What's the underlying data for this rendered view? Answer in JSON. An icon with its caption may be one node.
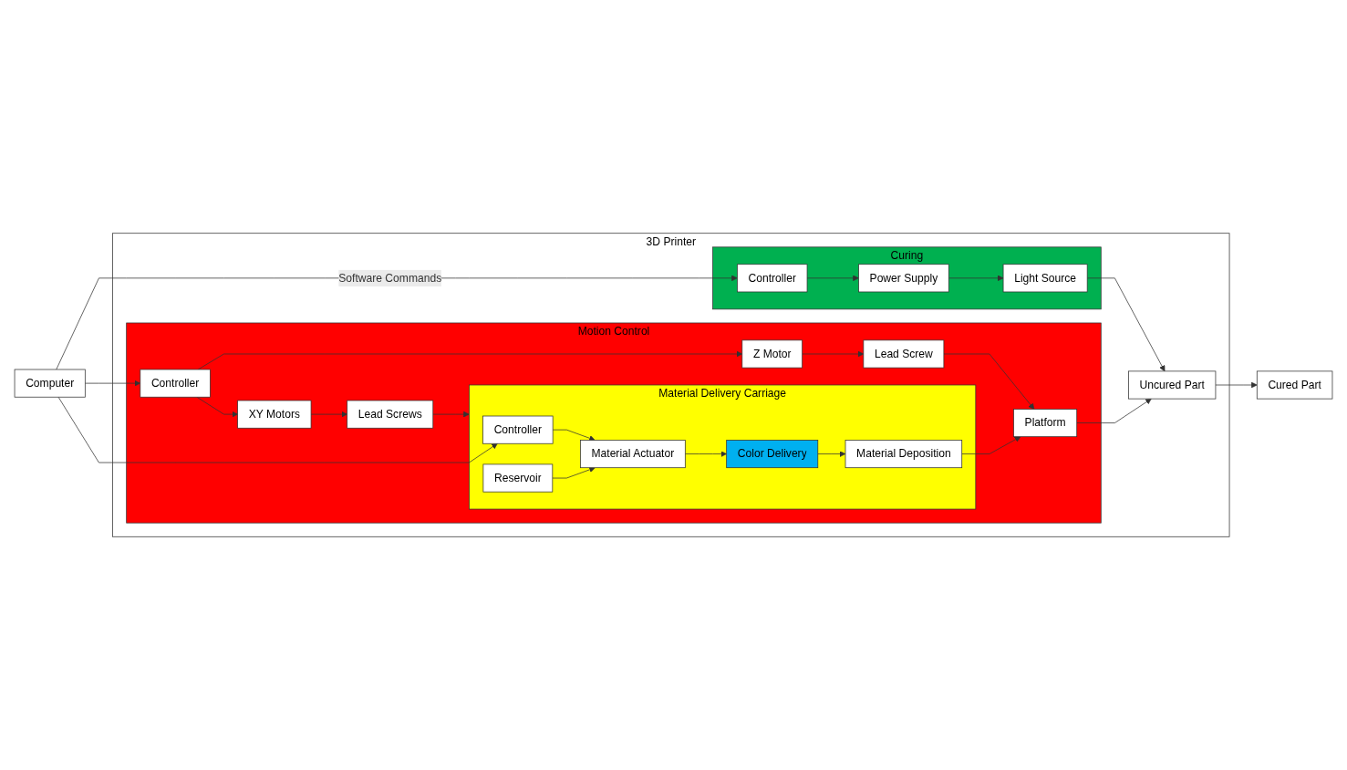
{
  "diagram": {
    "nodes": [
      {
        "text": [
          "Computer"
        ]
      },
      {
        "text": [
          "3D Printer"
        ]
      },
      {
        "text": [
          "Curing"
        ],
        "in": 1
      },
      {
        "text": [
          "Controller"
        ],
        "in": 2
      },
      {
        "text": [
          "Power Supply"
        ],
        "in": 2
      },
      {
        "text": [
          "Light Source"
        ],
        "in": 2
      },
      {
        "text": [
          "Motion Control"
        ],
        "in": 1
      },
      {
        "text": [
          "Controller"
        ],
        "in": 6
      },
      {
        "text": [
          "Z Motor"
        ],
        "in": 6
      },
      {
        "text": [
          "Lead Screw"
        ],
        "in": 6
      },
      {
        "text": [
          "XY Motors"
        ],
        "in": 6
      },
      {
        "text": [
          "Lead Screws"
        ],
        "in": 6
      },
      {
        "text": [
          "Platform"
        ],
        "in": 6
      },
      {
        "text": [
          "Material Delivery Carriage"
        ],
        "in": 6
      },
      {
        "text": [
          "Controller"
        ],
        "in": 13
      },
      {
        "text": [
          "Material Actuator"
        ],
        "in": 13
      },
      {
        "text": [
          "Color Delivery"
        ],
        "in": 13
      },
      {
        "text": [
          "Material Deposition"
        ],
        "in": 13
      },
      {
        "text": [
          "Reservoir"
        ],
        "in": 13
      },
      {
        "text": [
          "Uncured Part"
        ],
        "in": 1
      },
      {
        "text": [
          "Cured Part"
        ]
      }
    ],
    "edges": [
      {
        "from": 0,
        "to": 3,
        "arrow": "to",
        "label": "Software Commands"
      },
      {
        "from": 0,
        "to": 7,
        "arrow": "to"
      },
      {
        "from": 0,
        "to": 14,
        "arrow": "to"
      },
      {
        "from": 3,
        "to": 4,
        "arrow": "to"
      },
      {
        "from": 4,
        "to": 5,
        "arrow": "to"
      },
      {
        "from": 5,
        "to": 19,
        "arrow": "to"
      },
      {
        "from": 7,
        "to": 8,
        "arrow": "to"
      },
      {
        "from": 7,
        "to": 10,
        "arrow": "to"
      },
      {
        "from": 8,
        "to": 9,
        "arrow": "to"
      },
      {
        "from": 10,
        "to": 11,
        "arrow": "to"
      },
      {
        "from": 9,
        "to": 12,
        "arrow": "to"
      },
      {
        "from": 11,
        "to": 13,
        "arrow": "to"
      },
      {
        "from": 14,
        "to": 15,
        "arrow": "to"
      },
      {
        "from": 15,
        "to": 16,
        "arrow": "to"
      },
      {
        "from": 16,
        "to": 17,
        "arrow": "to"
      },
      {
        "from": 18,
        "to": 15,
        "arrow": "to"
      },
      {
        "from": 17,
        "to": 12,
        "arrow": "to"
      },
      {
        "from": 12,
        "to": 19,
        "arrow": "to"
      },
      {
        "from": 19,
        "to": 20,
        "arrow": "to"
      }
    ]
  }
}
